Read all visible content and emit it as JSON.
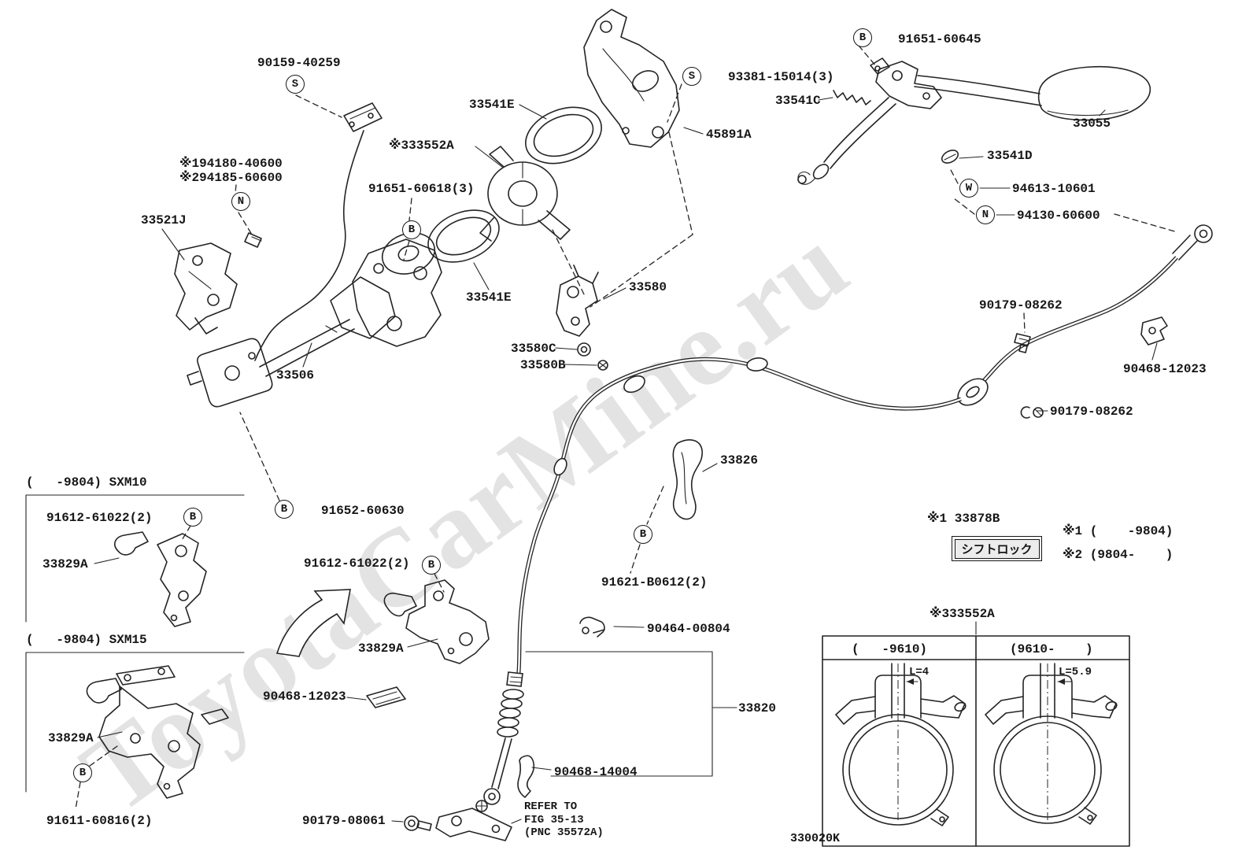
{
  "watermark": "ToyotaCarMine.ru",
  "diagram_code": "330020K",
  "part_labels": [
    "90159-40259",
    "91651-60645",
    "93381-15014(3)",
    "33541E",
    "33541C",
    "33055",
    "45891A",
    "※333552A",
    "※194180-40600",
    "※294185-60600",
    "91651-60618(3)",
    "33541D",
    "94613-10601",
    "94130-60600",
    "33521J",
    "33541E",
    "33580",
    "90179-08262",
    "33580C",
    "33580B",
    "90468-12023",
    "33506",
    "90179-08262",
    "33826",
    "91612-61022(2)",
    "91652-60630",
    "33829A",
    "91612-61022(2)",
    "※1 33878B",
    "91621-B0612(2)",
    "33829A",
    "90464-00804",
    "90468-12023",
    "33820",
    "33829A",
    "90468-14004",
    "91611-60816(2)",
    "90179-08061"
  ],
  "callouts": [
    "S",
    "B",
    "S",
    "N",
    "B",
    "W",
    "N",
    "B",
    "B",
    "B",
    "B",
    "B"
  ],
  "sections": {
    "sxm10": "(   -9804) SXM10",
    "sxm15": "(   -9804) SXM15"
  },
  "notes": {
    "note1": "※1 (    -9804)",
    "note2": "※2 (9804-    )"
  },
  "shift_lock_plate": "シフトロック",
  "detail_box": {
    "part": "※333552A",
    "col_left": "(   -9610)",
    "col_right": "(9610-    )",
    "dim_left": "L=4",
    "dim_right": "L=5.9"
  },
  "refer_note": {
    "line1": "REFER TO",
    "line2": "FIG 35-13",
    "line3": "(PNC 35572A)"
  }
}
